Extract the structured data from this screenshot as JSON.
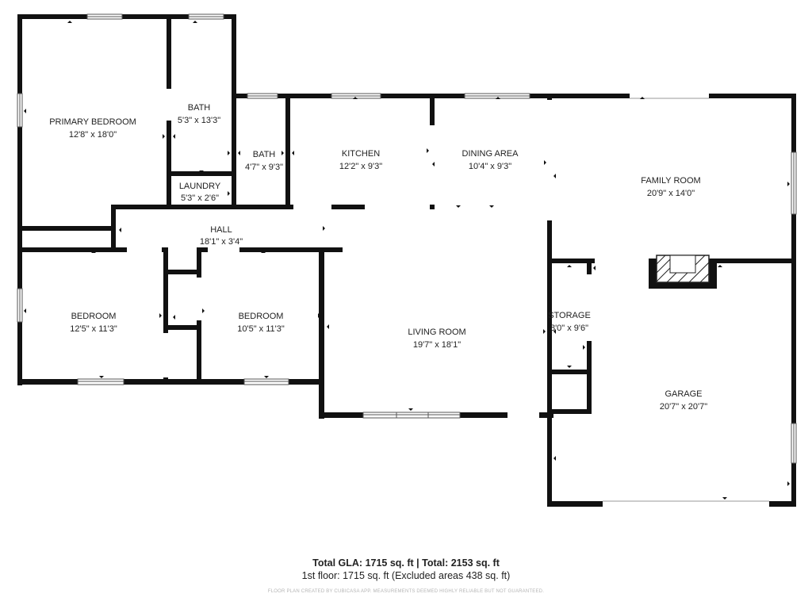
{
  "rooms": {
    "primary_bedroom": {
      "name": "PRIMARY BEDROOM",
      "dims": "12'8\" x 18'0\""
    },
    "bath_1": {
      "name": "BATH",
      "dims": "5'3\" x 13'3\""
    },
    "laundry": {
      "name": "LAUNDRY",
      "dims": "5'3\" x 2'6\""
    },
    "bath_2": {
      "name": "BATH",
      "dims": "4'7\" x 9'3\""
    },
    "kitchen": {
      "name": "KITCHEN",
      "dims": "12'2\" x 9'3\""
    },
    "dining_area": {
      "name": "DINING AREA",
      "dims": "10'4\" x 9'3\""
    },
    "family_room": {
      "name": "FAMILY ROOM",
      "dims": "20'9\" x 14'0\""
    },
    "hall": {
      "name": "HALL",
      "dims": "18'1\" x 3'4\""
    },
    "bedroom_1": {
      "name": "BEDROOM",
      "dims": "12'5\" x 11'3\""
    },
    "bedroom_2": {
      "name": "BEDROOM",
      "dims": "10'5\" x 11'3\""
    },
    "living_room": {
      "name": "LIVING ROOM",
      "dims": "19'7\" x 18'1\""
    },
    "storage": {
      "name": "STORAGE",
      "dims": "8'0\" x 9'6\""
    },
    "garage": {
      "name": "GARAGE",
      "dims": "20'7\" x 20'7\""
    }
  },
  "footer": {
    "totals": "Total GLA: 1715 sq. ft | Total: 2153 sq. ft",
    "floor": "1st floor: 1715 sq. ft (Excluded areas 438 sq. ft)",
    "disclaimer": "FLOOR PLAN CREATED BY CUBICASA APP. MEASUREMENTS DEEMED HIGHLY RELIABLE BUT NOT GUARANTEED."
  }
}
